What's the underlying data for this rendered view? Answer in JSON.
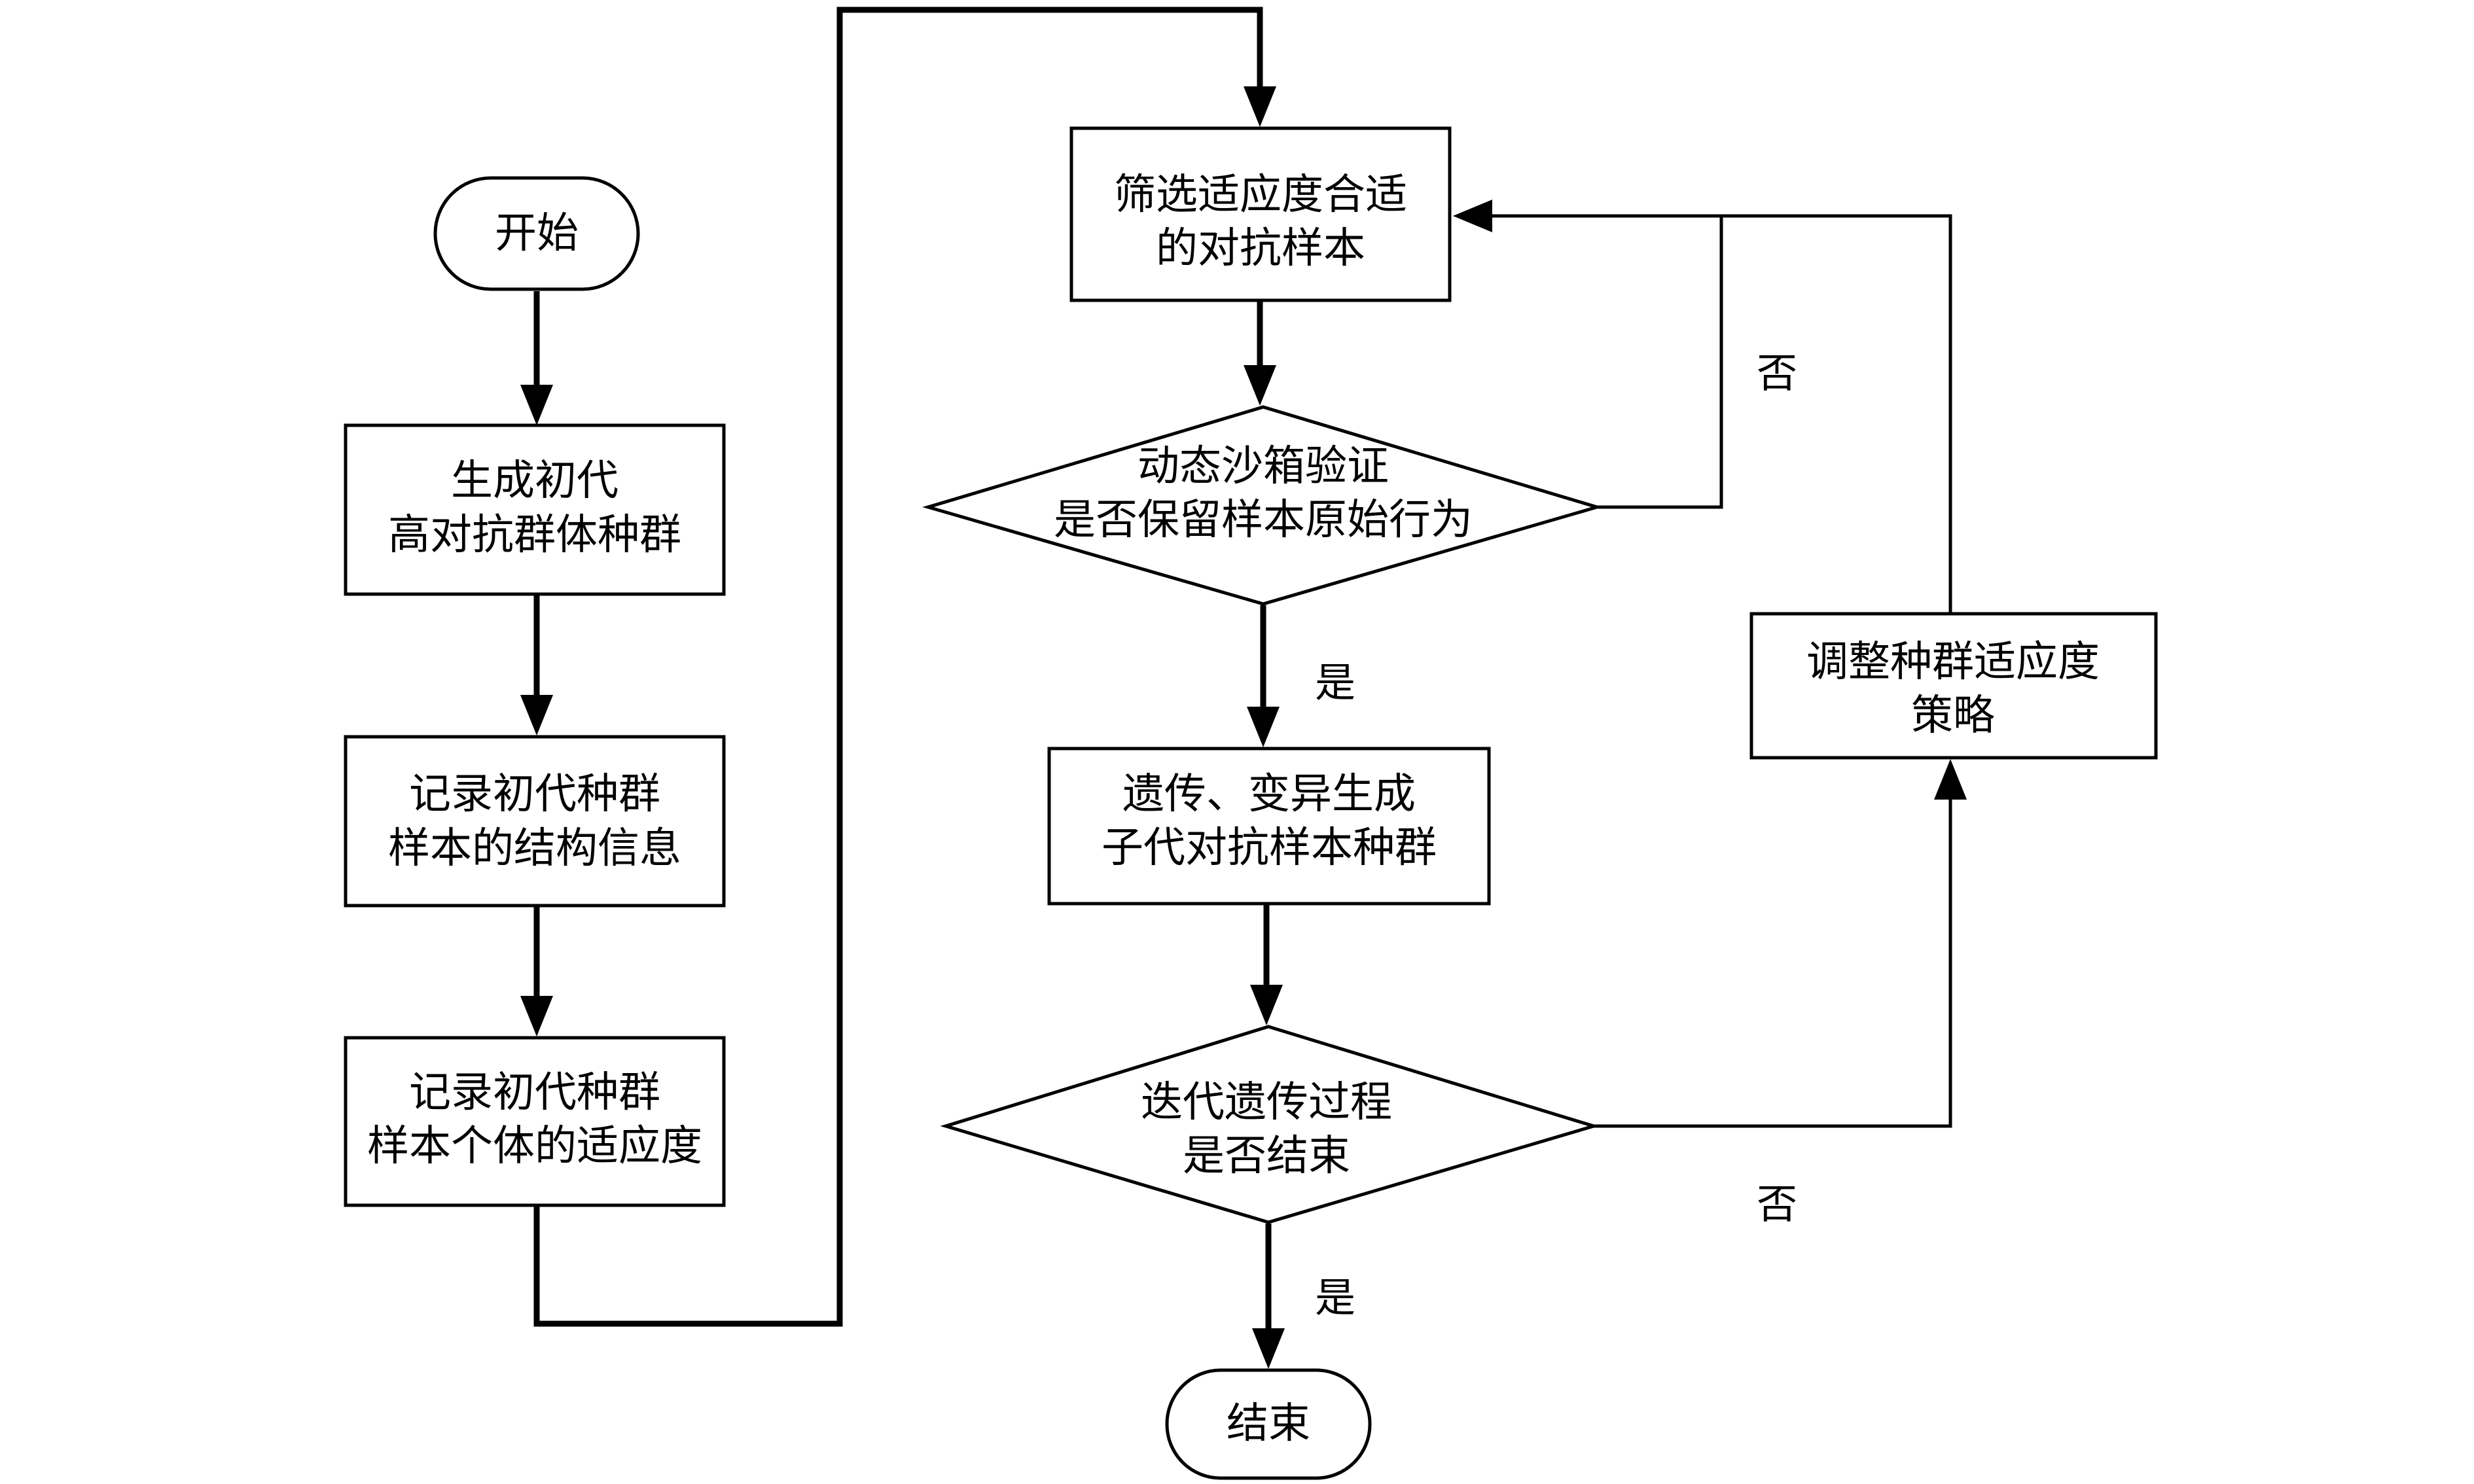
{
  "nodes": {
    "start": {
      "text": "开始"
    },
    "gen_init": {
      "line1": "生成初代",
      "line2": "高对抗群体种群"
    },
    "rec_struct": {
      "line1": "记录初代种群",
      "line2": "样本的结构信息"
    },
    "rec_fit": {
      "line1": "记录初代种群",
      "line2": "样本个体的适应度"
    },
    "filter": {
      "line1": "筛选适应度合适",
      "line2": "的对抗样本"
    },
    "sandbox": {
      "line1": "动态沙箱验证",
      "line2": "是否保留样本原始行为"
    },
    "genetic": {
      "line1": "遗传、变异生成",
      "line2": "子代对抗样本种群"
    },
    "iter_end": {
      "line1": "迭代遗传过程",
      "line2": "是否结束"
    },
    "adjust": {
      "line1": "调整种群适应度",
      "line2": "策略"
    },
    "end": {
      "text": "结束"
    }
  },
  "edge_labels": {
    "sandbox_no": "否",
    "sandbox_yes": "是",
    "iter_no": "否",
    "iter_yes": "是"
  }
}
